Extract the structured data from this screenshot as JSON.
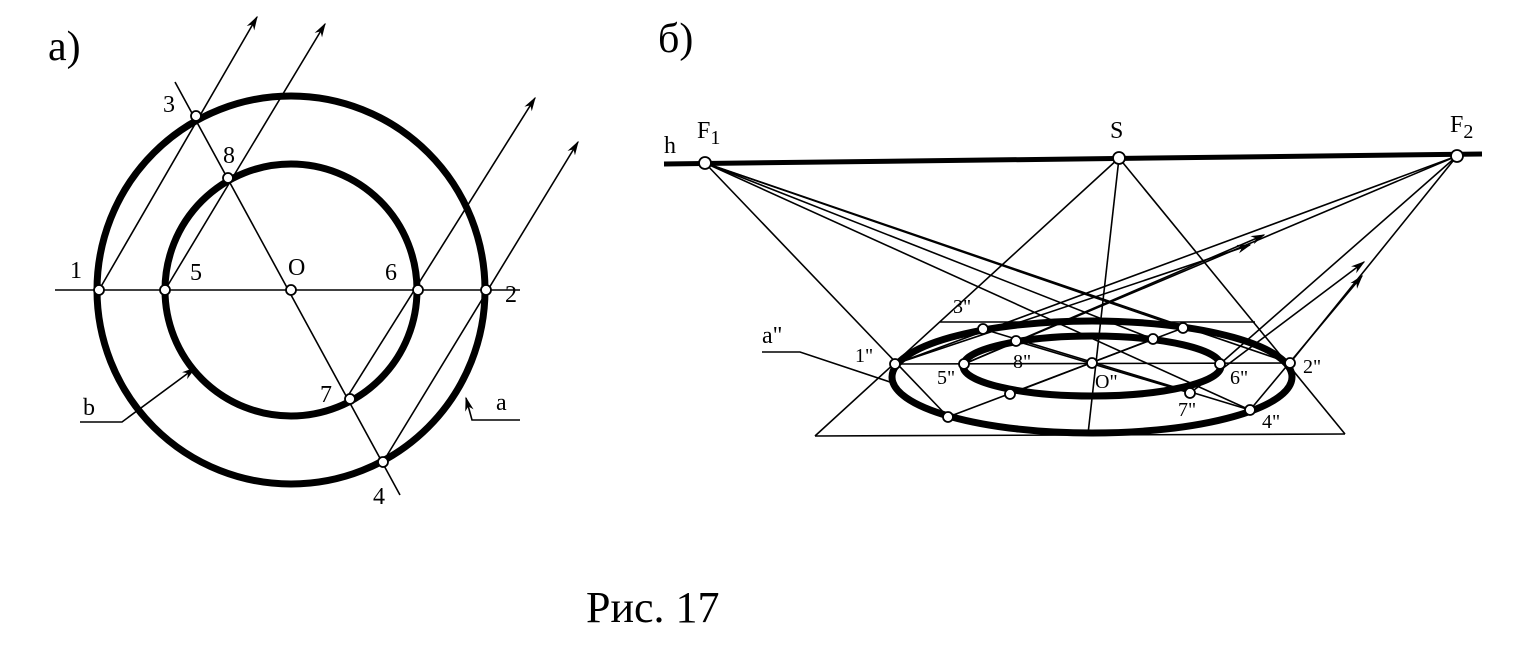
{
  "panel_a": {
    "label": "а)",
    "points": {
      "p1": "1",
      "p2": "2",
      "p3": "3",
      "p4": "4",
      "p5": "5",
      "p6": "6",
      "p7": "7",
      "p8": "8",
      "center": "O"
    },
    "circle_labels": {
      "outer": "a",
      "inner": "b"
    }
  },
  "panel_b": {
    "label": "б)",
    "horizon": "h",
    "vanishing_1": "F",
    "vanishing_1_sub": "1",
    "vanishing_2": "F",
    "vanishing_2_sub": "2",
    "station": "S",
    "points": {
      "p1": "1\"",
      "p2": "2\"",
      "p3": "3\"",
      "p4": "4\"",
      "p5": "5\"",
      "p6": "6\"",
      "p7": "7\"",
      "p8": "8\"",
      "center": "O\""
    },
    "ellipse_label": "a\""
  },
  "caption": "Рис. 17"
}
